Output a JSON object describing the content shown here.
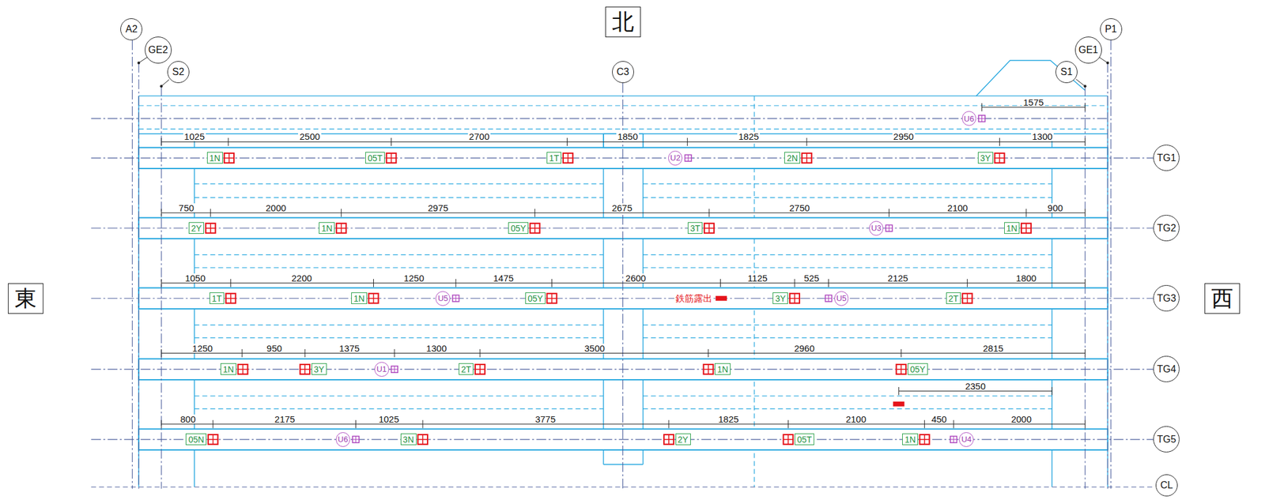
{
  "diagram": {
    "nodes": [
      {
        "text": [
          "北"
        ]
      },
      {
        "text": [
          "A2"
        ]
      },
      {
        "text": [
          "GE2"
        ]
      },
      {
        "text": [
          "S2"
        ]
      },
      {
        "text": [
          "C3"
        ]
      },
      {
        "text": [
          "S1"
        ]
      },
      {
        "text": [
          "GE1"
        ]
      },
      {
        "text": [
          "P1"
        ]
      },
      {
        "text": [
          "U6"
        ]
      },
      {
        "text": [
          "1N"
        ]
      },
      {
        "text": [
          "05T"
        ]
      },
      {
        "text": [
          "1T"
        ]
      },
      {
        "text": [
          "U2"
        ]
      },
      {
        "text": [
          "2N"
        ]
      },
      {
        "text": [
          "3Y"
        ]
      },
      {
        "text": [
          "TG1"
        ]
      },
      {
        "text": [
          "2Y"
        ]
      },
      {
        "text": [
          "1N"
        ]
      },
      {
        "text": [
          "05Y"
        ]
      },
      {
        "text": [
          "3T"
        ]
      },
      {
        "text": [
          "U3"
        ]
      },
      {
        "text": [
          "1N"
        ]
      },
      {
        "text": [
          "TG2"
        ]
      },
      {
        "text": [
          "東"
        ]
      },
      {
        "text": [
          "1T"
        ]
      },
      {
        "text": [
          "1N"
        ]
      },
      {
        "text": [
          "U5"
        ]
      },
      {
        "text": [
          "05Y"
        ]
      },
      {
        "text": [
          "3Y"
        ]
      },
      {
        "text": [
          "U5"
        ]
      },
      {
        "text": [
          "2T"
        ]
      },
      {
        "text": [
          "TG3"
        ]
      },
      {
        "text": [
          "西"
        ]
      },
      {
        "text": [
          "1N"
        ]
      },
      {
        "text": [
          "3Y"
        ]
      },
      {
        "text": [
          "U1"
        ]
      },
      {
        "text": [
          "2T"
        ]
      },
      {
        "text": [
          "1N"
        ]
      },
      {
        "text": [
          "05Y"
        ]
      },
      {
        "text": [
          "TG4"
        ]
      },
      {
        "text": [
          "05N"
        ]
      },
      {
        "text": [
          "U6"
        ]
      },
      {
        "text": [
          "3N"
        ]
      },
      {
        "text": [
          "2Y"
        ]
      },
      {
        "text": [
          "05T"
        ]
      },
      {
        "text": [
          "1N"
        ]
      },
      {
        "text": [
          "U4"
        ]
      },
      {
        "text": [
          "TG5"
        ]
      },
      {
        "text": [
          "CL"
        ]
      }
    ],
    "labels": [
      "1575",
      "1025",
      "2500",
      "2700",
      "1850",
      "1825",
      "2950",
      "1300",
      "750",
      "2000",
      "2975",
      "2675",
      "2750",
      "2100",
      "900",
      "1050",
      "2200",
      "1250",
      "1475",
      "2600",
      "1125",
      "525",
      "2125",
      "1800",
      "鉄筋露出",
      "1250",
      "950",
      "1375",
      "1300",
      "3500",
      "2960",
      "2815",
      "2350",
      "800",
      "2175",
      "1025",
      "3775",
      "1825",
      "2100",
      "450",
      "2000"
    ]
  }
}
